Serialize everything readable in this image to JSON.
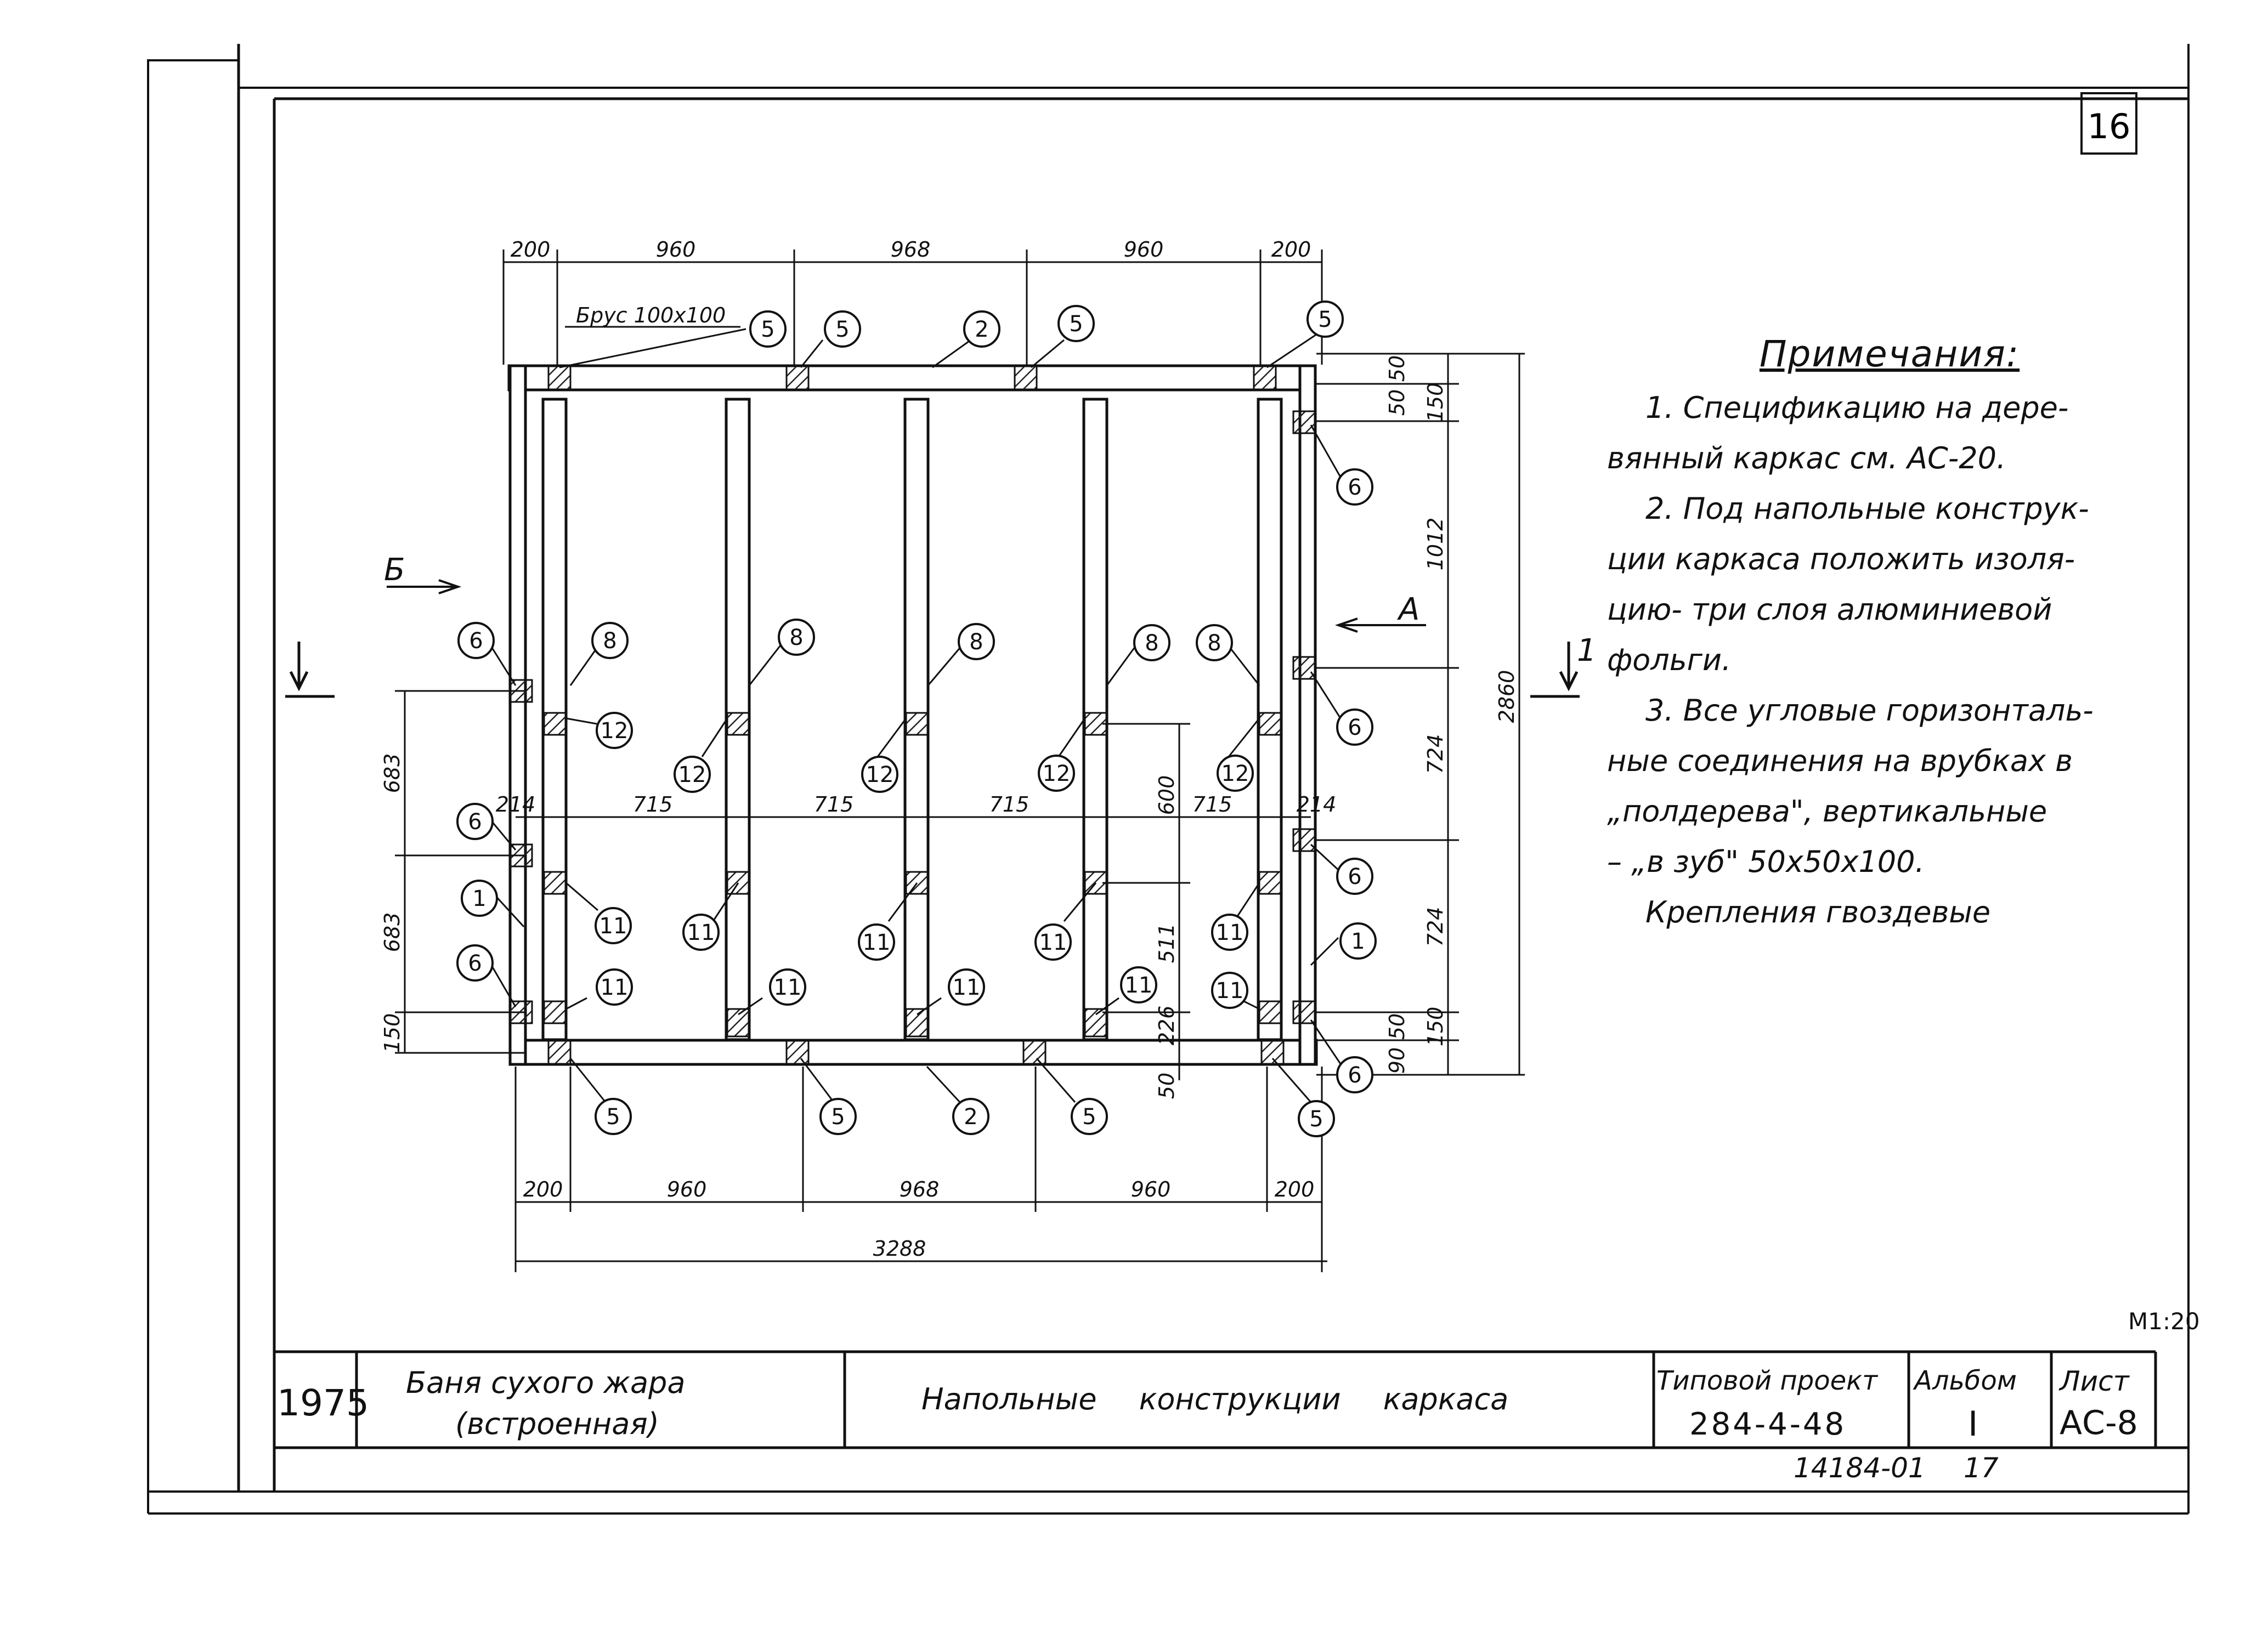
{
  "sheet_number": "16",
  "scale": "М1:20",
  "labels": {
    "beam": "Брус 100х100",
    "section_b": "Б",
    "section_a": "А",
    "section_1": "1"
  },
  "dims": {
    "top": [
      "200",
      "960",
      "968",
      "960",
      "200"
    ],
    "bottom": [
      "200",
      "960",
      "968",
      "960",
      "200"
    ],
    "total_width": "3288",
    "total_height": "2860",
    "right_stack": [
      "50",
      "50",
      "150",
      "1012",
      "724",
      "724",
      "150",
      "50",
      "90"
    ],
    "left_stack": [
      "683",
      "683",
      "150"
    ],
    "middle": [
      "214",
      "715",
      "715",
      "715",
      "715",
      "214"
    ],
    "inner": [
      "600",
      "511",
      "226",
      "50"
    ]
  },
  "markers": {
    "n1": "1",
    "n2": "2",
    "n5": "5",
    "n6": "6",
    "n8": "8",
    "n11": "11",
    "n12": "12"
  },
  "notes": {
    "title": "Примечания:",
    "lines": [
      "1. Спецификацию на дере-",
      "вянный каркас см. АС-20.",
      "2. Под напольные конструк-",
      "ции каркаса положить изоля-",
      "цию- три слоя алюминиевой",
      "фольги.",
      "3. Все угловые горизонталь-",
      "ные соединения на врубках в",
      "„полдерева\", вертикальные",
      "– „в зуб\"   50х50х100.",
      "Крепления гвоздевые"
    ]
  },
  "title_block": {
    "year": "1975",
    "object_line1": "Баня сухого жара",
    "object_line2": "(встроенная)",
    "drawing_title": "Напольные конструкции каркаса",
    "project_label": "Типовой проект",
    "project_number": "284-4-48",
    "album_label": "Альбом",
    "album_value": "I",
    "sheet_label": "Лист",
    "sheet_value": "АС-8",
    "archive_number": "14184-01",
    "archive_page": "17"
  }
}
